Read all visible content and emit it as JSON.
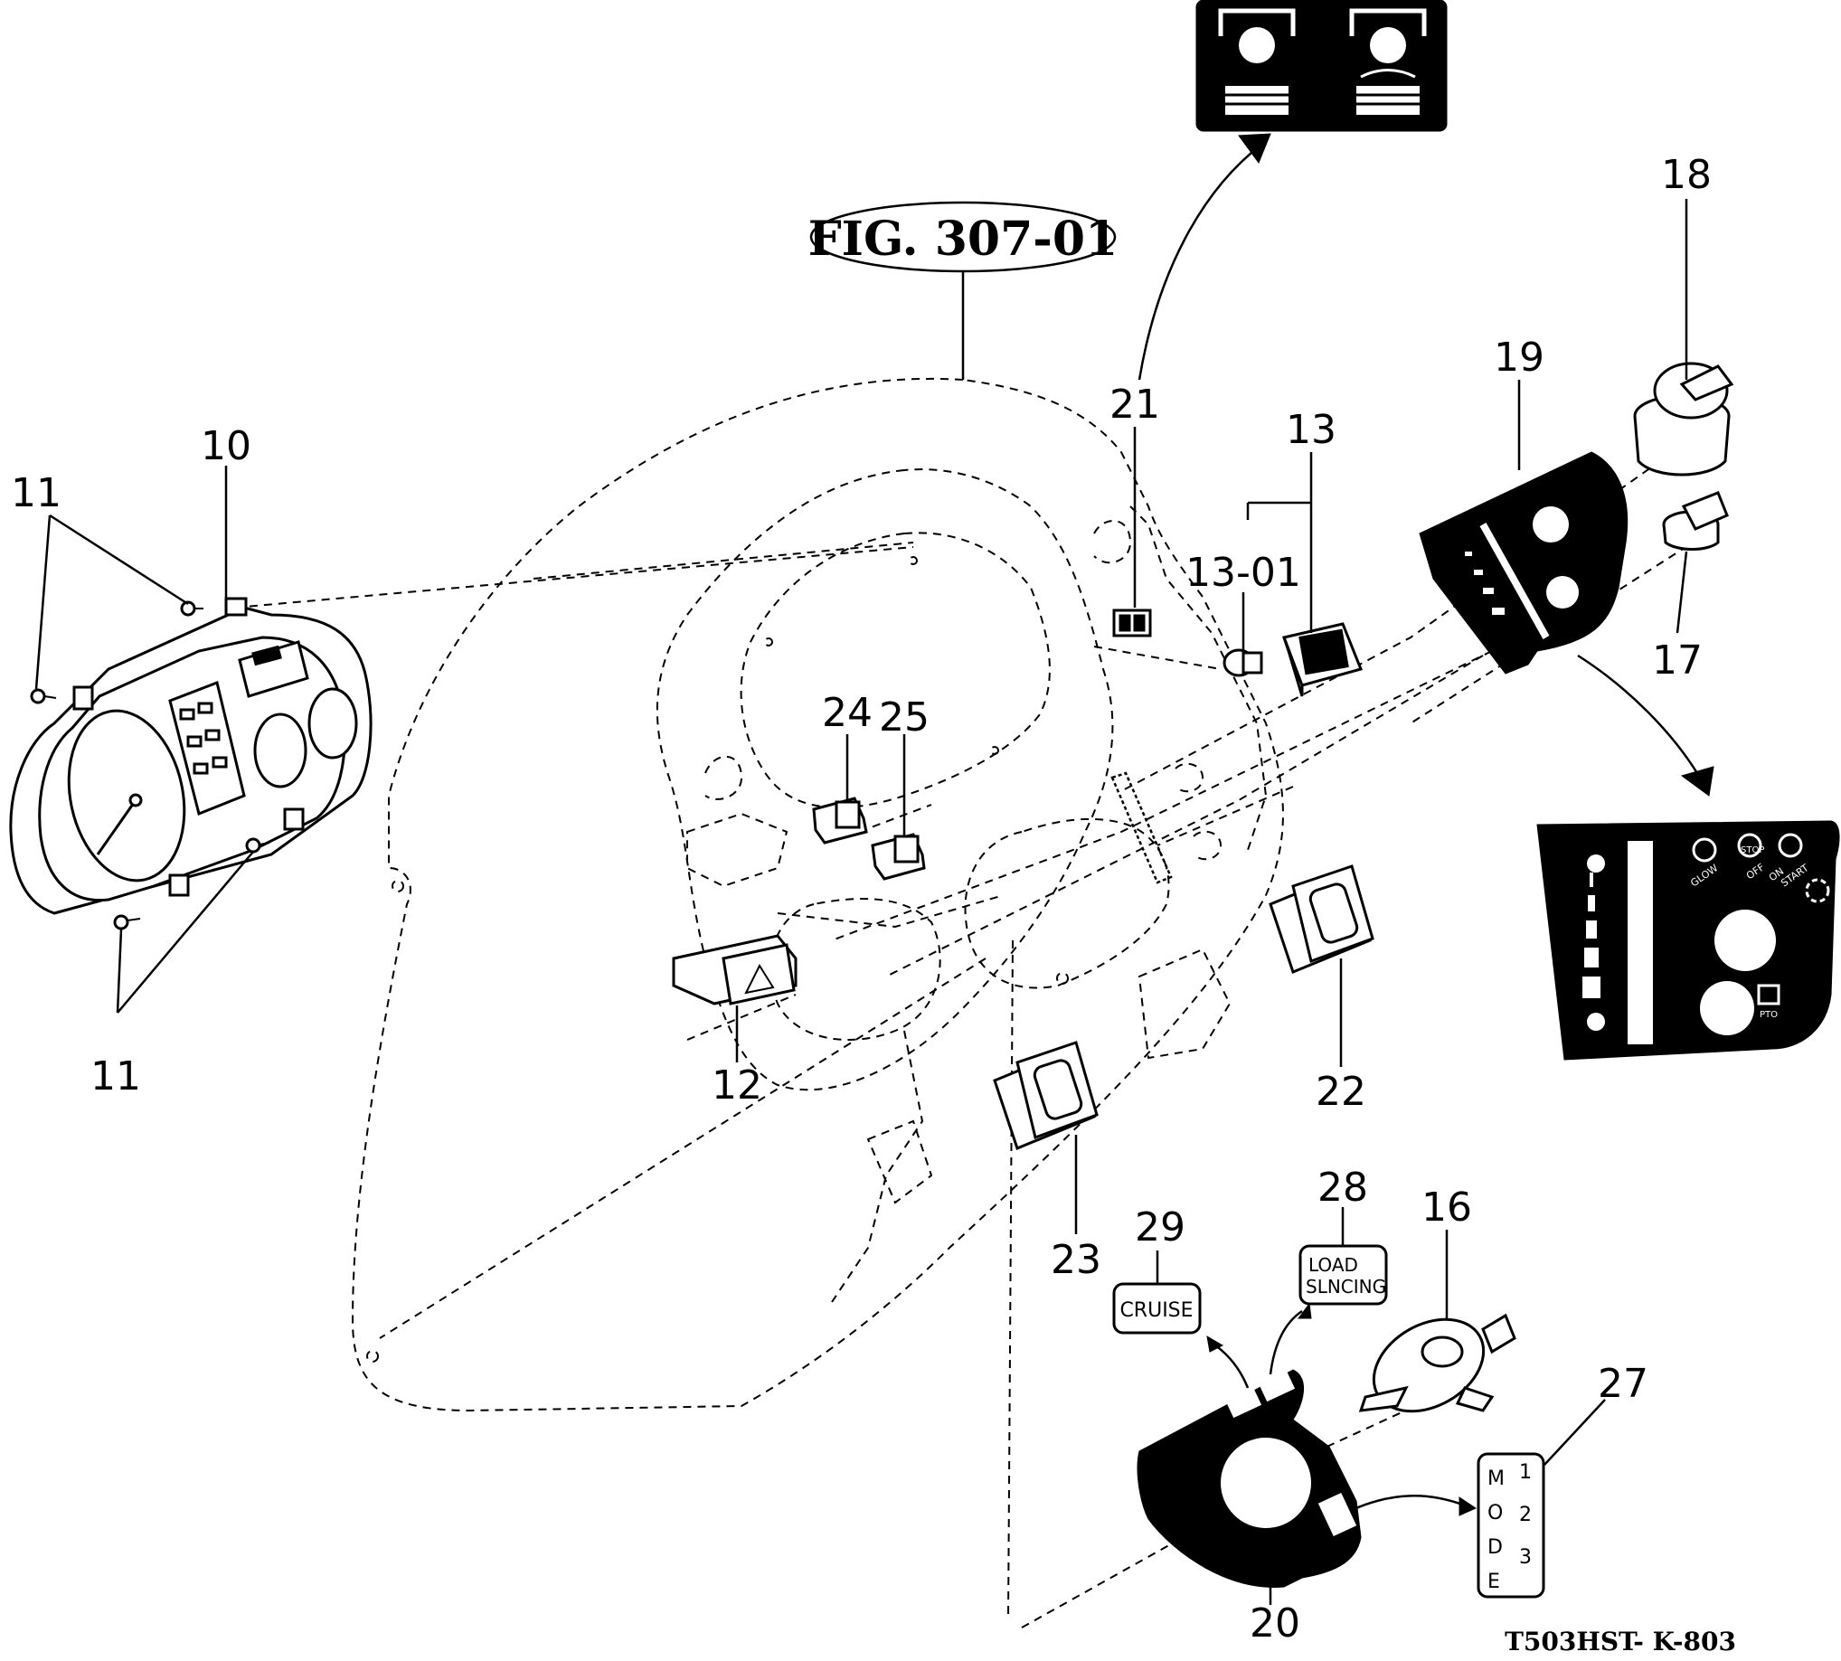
{
  "figure": {
    "reference_label": "FIG. 307-01",
    "drawing_code": "T503HST- K-803"
  },
  "callouts": {
    "c10": "10",
    "c11_top": "11",
    "c11_bottom": "11",
    "c12": "12",
    "c13": "13",
    "c13_01": "13-01",
    "c16": "16",
    "c17": "17",
    "c18": "18",
    "c19": "19",
    "c20": "20",
    "c21": "21",
    "c22": "22",
    "c23": "23",
    "c24": "24",
    "c25": "25",
    "c27": "27",
    "c28": "28",
    "c29": "29"
  },
  "labels": {
    "cruise": "CRUISE",
    "load_line1": "LOAD",
    "load_line2": "SLNCING",
    "mode_letters": [
      "M",
      "O",
      "D",
      "E"
    ],
    "mode_numbers": [
      "1",
      "2",
      "3"
    ],
    "panel_glow": "GLOW",
    "panel_off": "OFF",
    "panel_on": "ON",
    "panel_start": "START",
    "panel_stop": "STOP",
    "panel_pto": "PTO"
  }
}
